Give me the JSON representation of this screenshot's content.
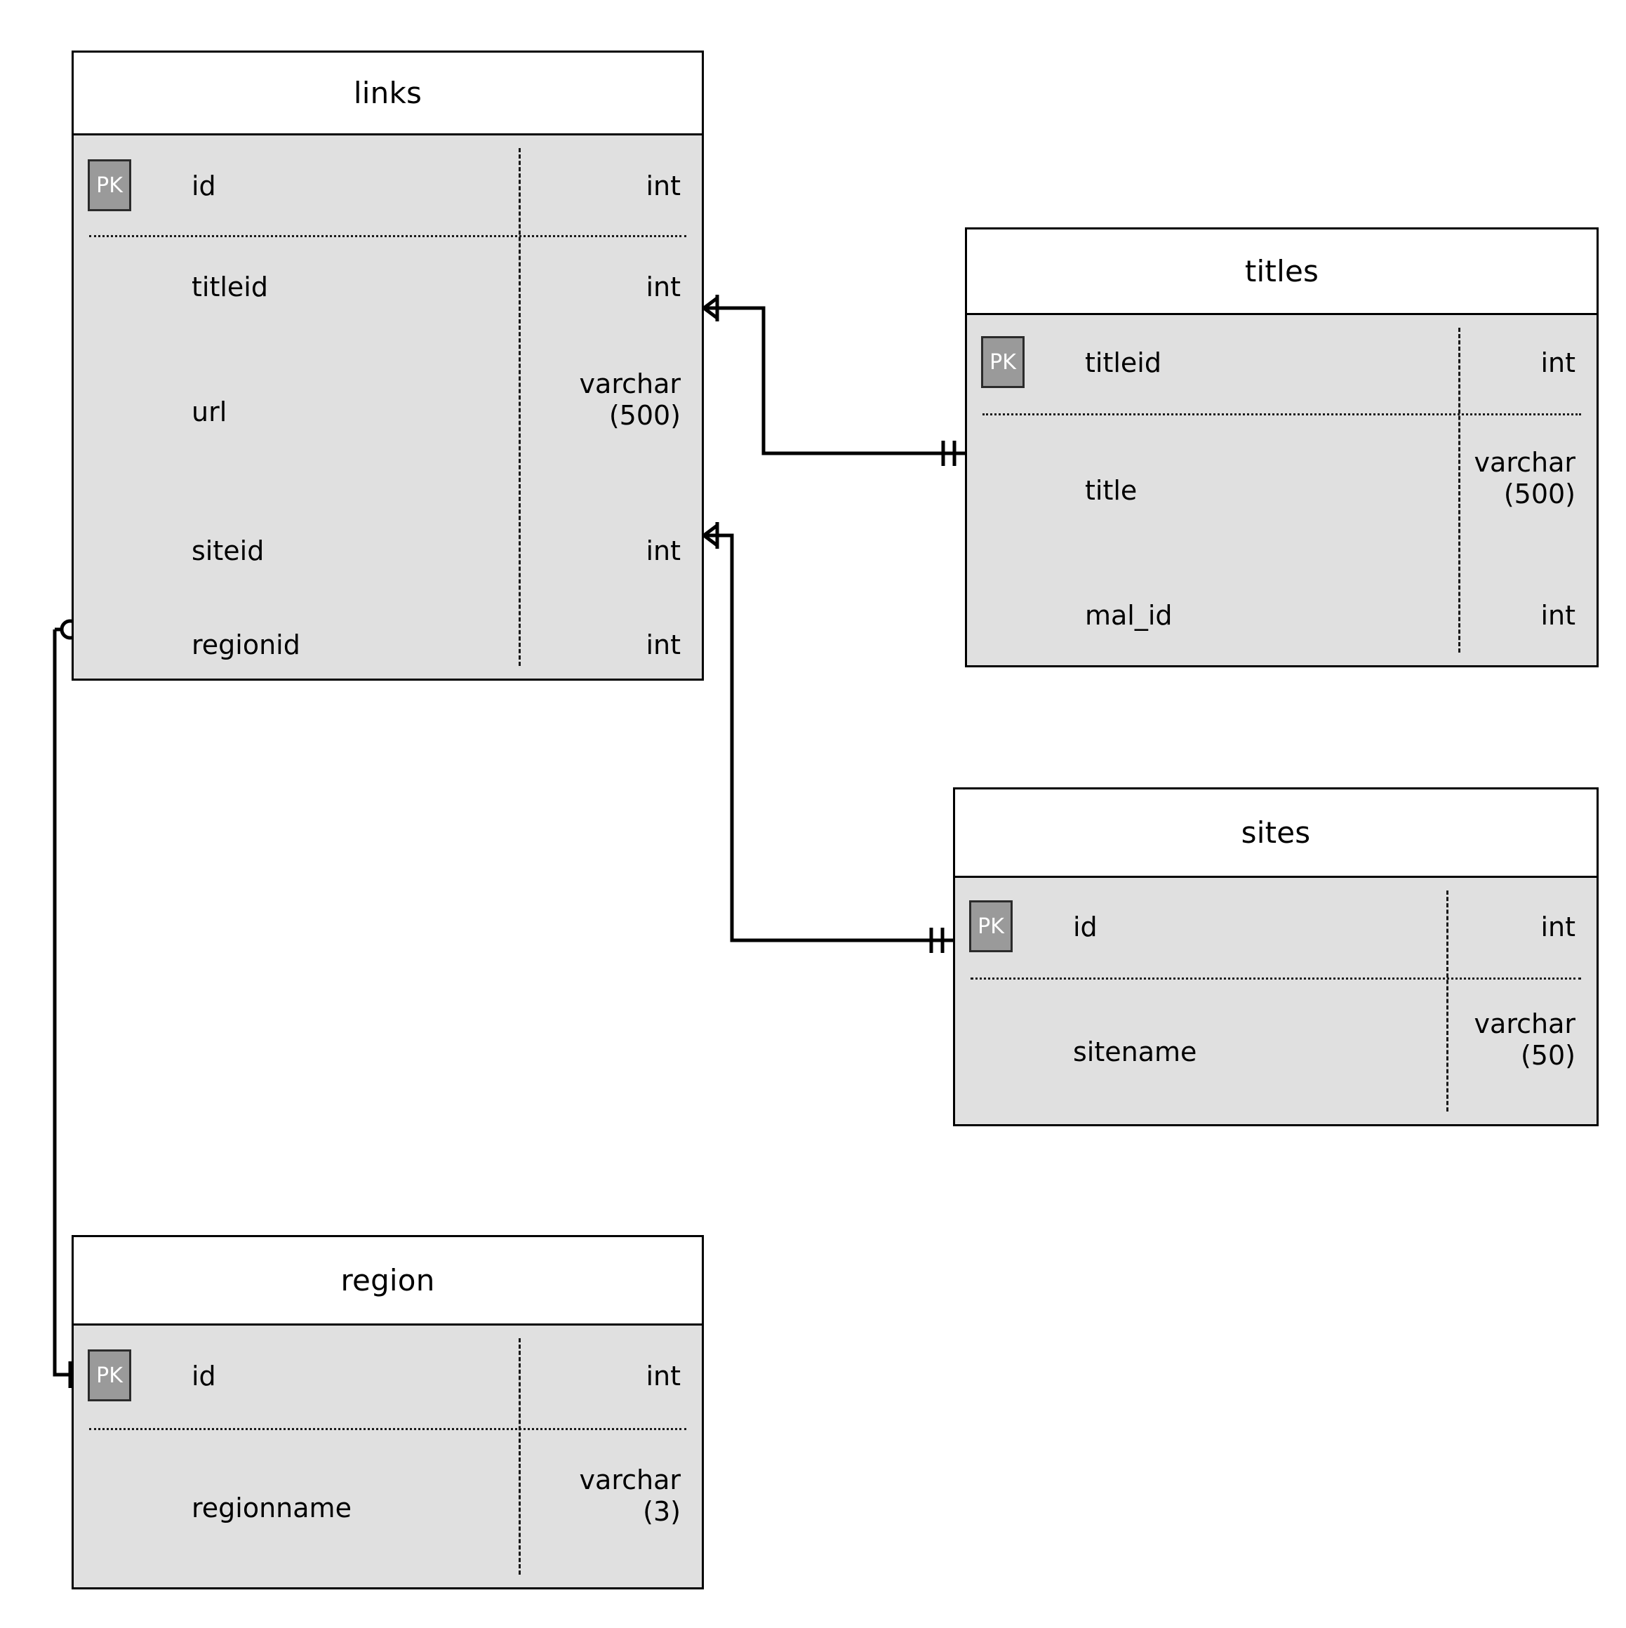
{
  "diagram": {
    "kind": "entity-relationship-diagram",
    "notation": "crow's-foot",
    "background": "#ffffff",
    "entity_header_color": "#ffffff",
    "entity_body_color": "#e0e0e0",
    "pk_badge_color": "#9a9a9a",
    "line_color": "#000000"
  },
  "entities": [
    {
      "name": "links",
      "attributes": [
        {
          "key": "PK",
          "name": "id",
          "type": "int"
        },
        {
          "key": "",
          "name": "titleid",
          "type": "int"
        },
        {
          "key": "",
          "name": "url",
          "type": "varchar\n(500)"
        },
        {
          "key": "",
          "name": "siteid",
          "type": "int"
        },
        {
          "key": "",
          "name": "regionid",
          "type": "int"
        }
      ]
    },
    {
      "name": "titles",
      "attributes": [
        {
          "key": "PK",
          "name": "titleid",
          "type": "int"
        },
        {
          "key": "",
          "name": "title",
          "type": "varchar\n(500)"
        },
        {
          "key": "",
          "name": "mal_id",
          "type": "int"
        }
      ]
    },
    {
      "name": "sites",
      "attributes": [
        {
          "key": "PK",
          "name": "id",
          "type": "int"
        },
        {
          "key": "",
          "name": "sitename",
          "type": "varchar\n(50)"
        }
      ]
    },
    {
      "name": "region",
      "attributes": [
        {
          "key": "PK",
          "name": "id",
          "type": "int"
        },
        {
          "key": "",
          "name": "regionname",
          "type": "varchar\n(3)"
        }
      ]
    }
  ],
  "relationships": [
    {
      "from_entity": "links",
      "from_attribute": "titleid",
      "to_entity": "titles",
      "to_attribute": "titleid",
      "from_cardinality": "many-one",
      "to_cardinality": "one-one"
    },
    {
      "from_entity": "links",
      "from_attribute": "siteid",
      "to_entity": "sites",
      "to_attribute": "id",
      "from_cardinality": "many-one",
      "to_cardinality": "one-one"
    },
    {
      "from_entity": "links",
      "from_attribute": "regionid",
      "to_entity": "region",
      "to_attribute": "id",
      "from_cardinality": "zero-many",
      "to_cardinality": "one-many"
    }
  ]
}
